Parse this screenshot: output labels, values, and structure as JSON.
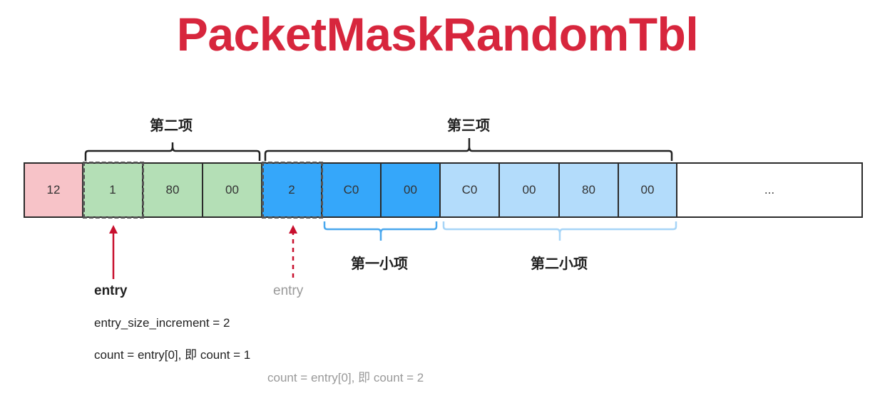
{
  "title": "PacketMaskRandomTbl",
  "colors": {
    "title": "#d7263d",
    "pink": "#f7c3c8",
    "green": "#b4dfb6",
    "blue_dark": "#35a7fa",
    "blue_light": "#b3dcfb",
    "arrow": "#c8102e",
    "bracket_dark": "#222222",
    "bracket_blue": "#4aa8ee",
    "bracket_light_blue": "#a7d5f7"
  },
  "cells": [
    {
      "text": "12",
      "fill": "pink"
    },
    {
      "text": "1",
      "fill": "green"
    },
    {
      "text": "80",
      "fill": "green"
    },
    {
      "text": "00",
      "fill": "green"
    },
    {
      "text": "2",
      "fill": "blue_dark"
    },
    {
      "text": "C0",
      "fill": "blue_dark"
    },
    {
      "text": "00",
      "fill": "blue_dark"
    },
    {
      "text": "C0",
      "fill": "blue_light"
    },
    {
      "text": "00",
      "fill": "blue_light"
    },
    {
      "text": "80",
      "fill": "blue_light"
    },
    {
      "text": "00",
      "fill": "blue_light"
    },
    {
      "text": "...",
      "fill": "white"
    }
  ],
  "braces": {
    "item2": "第二项",
    "item3": "第三项",
    "sub1": "第一小项",
    "sub2": "第二小项"
  },
  "arrows": {
    "entry_solid": "entry",
    "entry_dashed": "entry"
  },
  "notes": {
    "increment": "entry_size_increment = 2",
    "count1": "count = entry[0], 即 count = 1",
    "count2": "count = entry[0], 即 count = 2"
  }
}
